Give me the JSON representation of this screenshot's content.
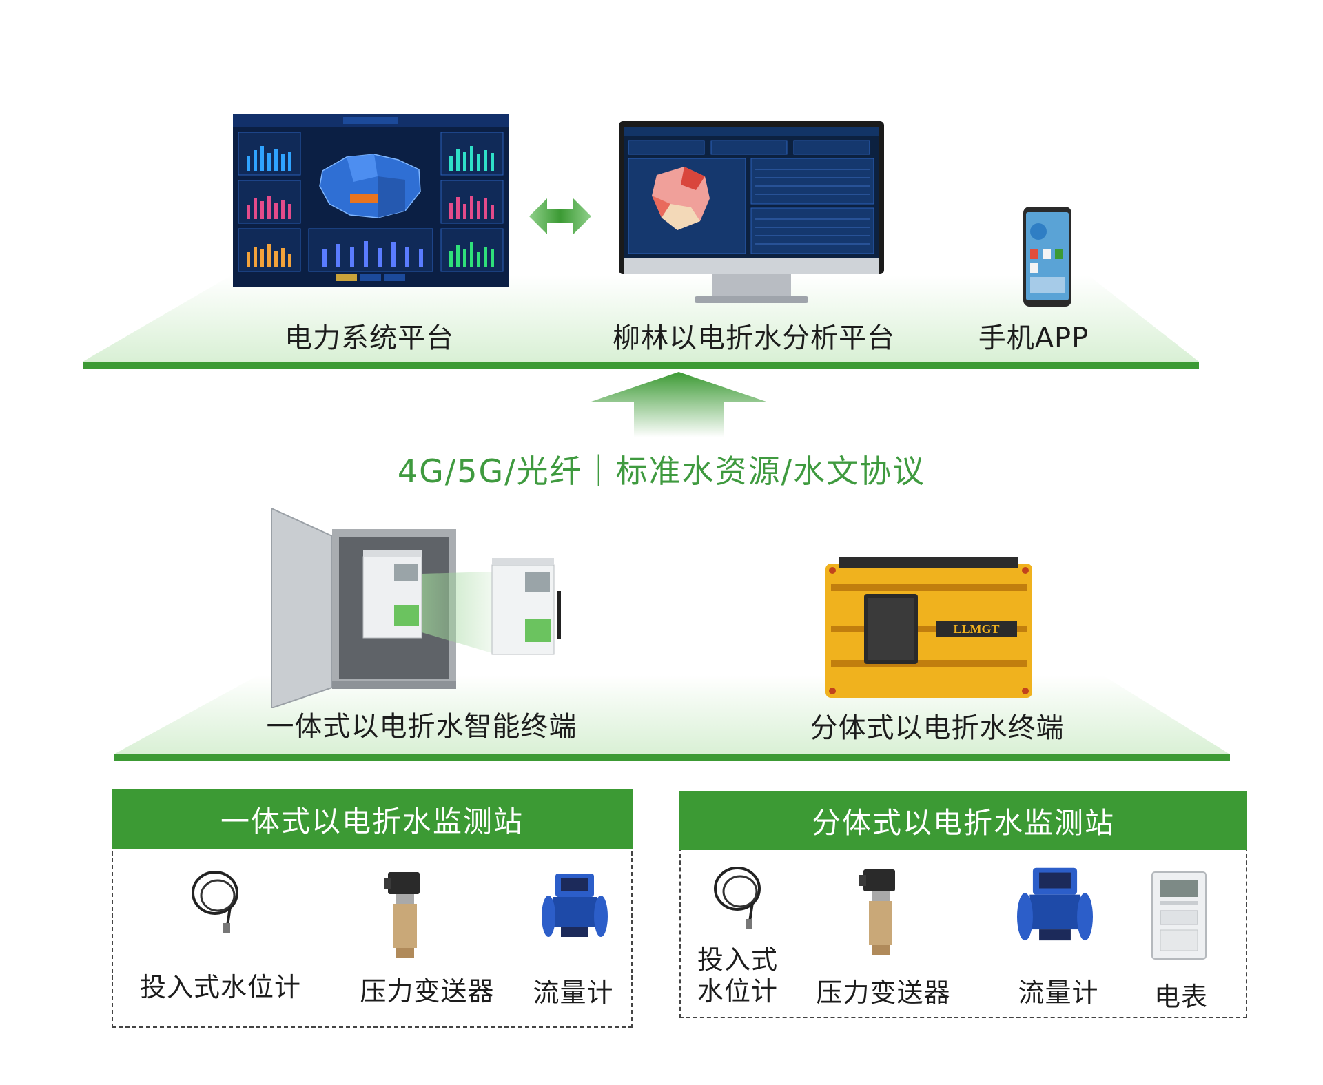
{
  "colors": {
    "accent_green": "#3c9a34",
    "platform_light": "#e4f5e2",
    "dashboard_dark": "#0b1f44",
    "terminal_orange": "#f0b21e"
  },
  "top_platform": {
    "items": [
      {
        "label": "电力系统平台",
        "icon": "dashboard-screen"
      },
      {
        "label": "柳林以电折水分析平台",
        "icon": "desktop-monitor"
      },
      {
        "label": "手机APP",
        "icon": "smartphone"
      }
    ]
  },
  "network": {
    "label": "4G/5G/光纤｜标准水资源/水文协议"
  },
  "terminal_platform": {
    "items": [
      {
        "label": "一体式以电折水智能终端",
        "icon": "integrated-cabinet"
      },
      {
        "label": "分体式以电折水终端",
        "icon": "split-terminal",
        "brand": "LLMGT"
      }
    ]
  },
  "stations": [
    {
      "title": "一体式以电折水监测站",
      "devices": [
        {
          "label": "投入式水位计",
          "icon": "submersible-level-gauge"
        },
        {
          "label": "压力变送器",
          "icon": "pressure-transmitter"
        },
        {
          "label": "流量计",
          "icon": "flow-meter"
        }
      ]
    },
    {
      "title": "分体式以电折水监测站",
      "devices": [
        {
          "label": "投入式\n水位计",
          "icon": "submersible-level-gauge"
        },
        {
          "label": "压力变送器",
          "icon": "pressure-transmitter"
        },
        {
          "label": "流量计",
          "icon": "flow-meter"
        },
        {
          "label": "电表",
          "icon": "electric-meter"
        }
      ]
    }
  ]
}
